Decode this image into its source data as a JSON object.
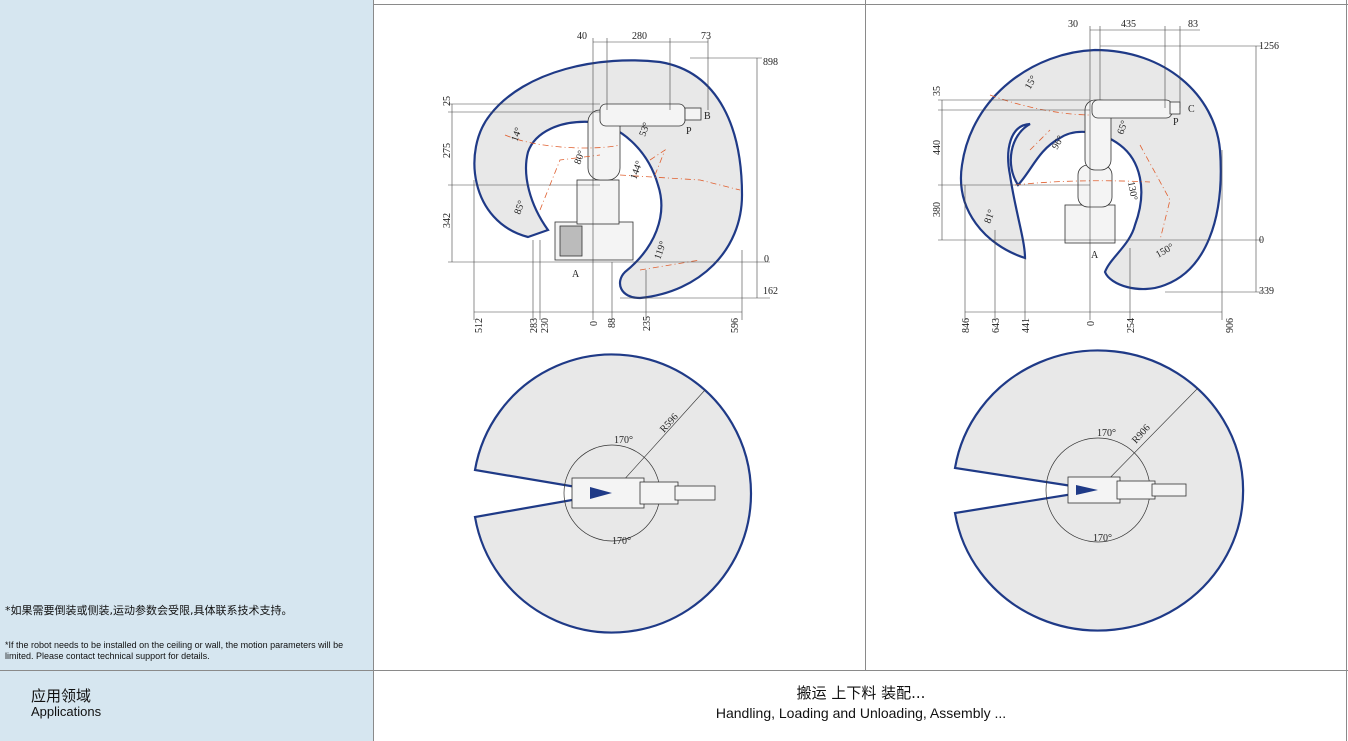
{
  "notes": {
    "cn": "*如果需要倒装或侧装,运动参数会受限,具体联系技术支持。",
    "en": "*If the robot needs to be installed on the ceiling or wall, the motion parameters will be limited. Please contact technical support for details."
  },
  "applications": {
    "label_cn": "应用领域",
    "label_en": "Applications",
    "value_cn": "搬运  上下料  装配...",
    "value_en": "Handling, Loading and Unloading, Assembly ..."
  },
  "robot1": {
    "top_dims": [
      "40",
      "280",
      "73"
    ],
    "right_dims": [
      "898",
      "0",
      "162"
    ],
    "left_dims": [
      "25",
      "275",
      "342"
    ],
    "bottom_dims": [
      "512",
      "283",
      "230",
      "0",
      "88",
      "235",
      "596"
    ],
    "angles": [
      "14°",
      "80°",
      "53°",
      "144°",
      "85°",
      "119°"
    ],
    "points": [
      "B",
      "P",
      "A"
    ],
    "top_view": {
      "radius": "R596",
      "angle_top": "170°",
      "angle_bottom": "170°"
    }
  },
  "robot2": {
    "top_dims": [
      "30",
      "435",
      "83"
    ],
    "right_dims": [
      "1256",
      "0",
      "339"
    ],
    "left_dims": [
      "35",
      "440",
      "380"
    ],
    "bottom_dims": [
      "846",
      "643",
      "441",
      "0",
      "254",
      "906"
    ],
    "angles": [
      "15°",
      "96°",
      "65°",
      "130°",
      "81°",
      "150°"
    ],
    "points": [
      "C",
      "P",
      "A"
    ],
    "top_view": {
      "radius": "R906",
      "angle_top": "170°",
      "angle_bottom": "170°"
    }
  },
  "colors": {
    "envelope_stroke": "#1f3a87",
    "envelope_fill": "#e8e8e8",
    "sidebar": "#d6e6f0",
    "trace": "#e06030"
  }
}
